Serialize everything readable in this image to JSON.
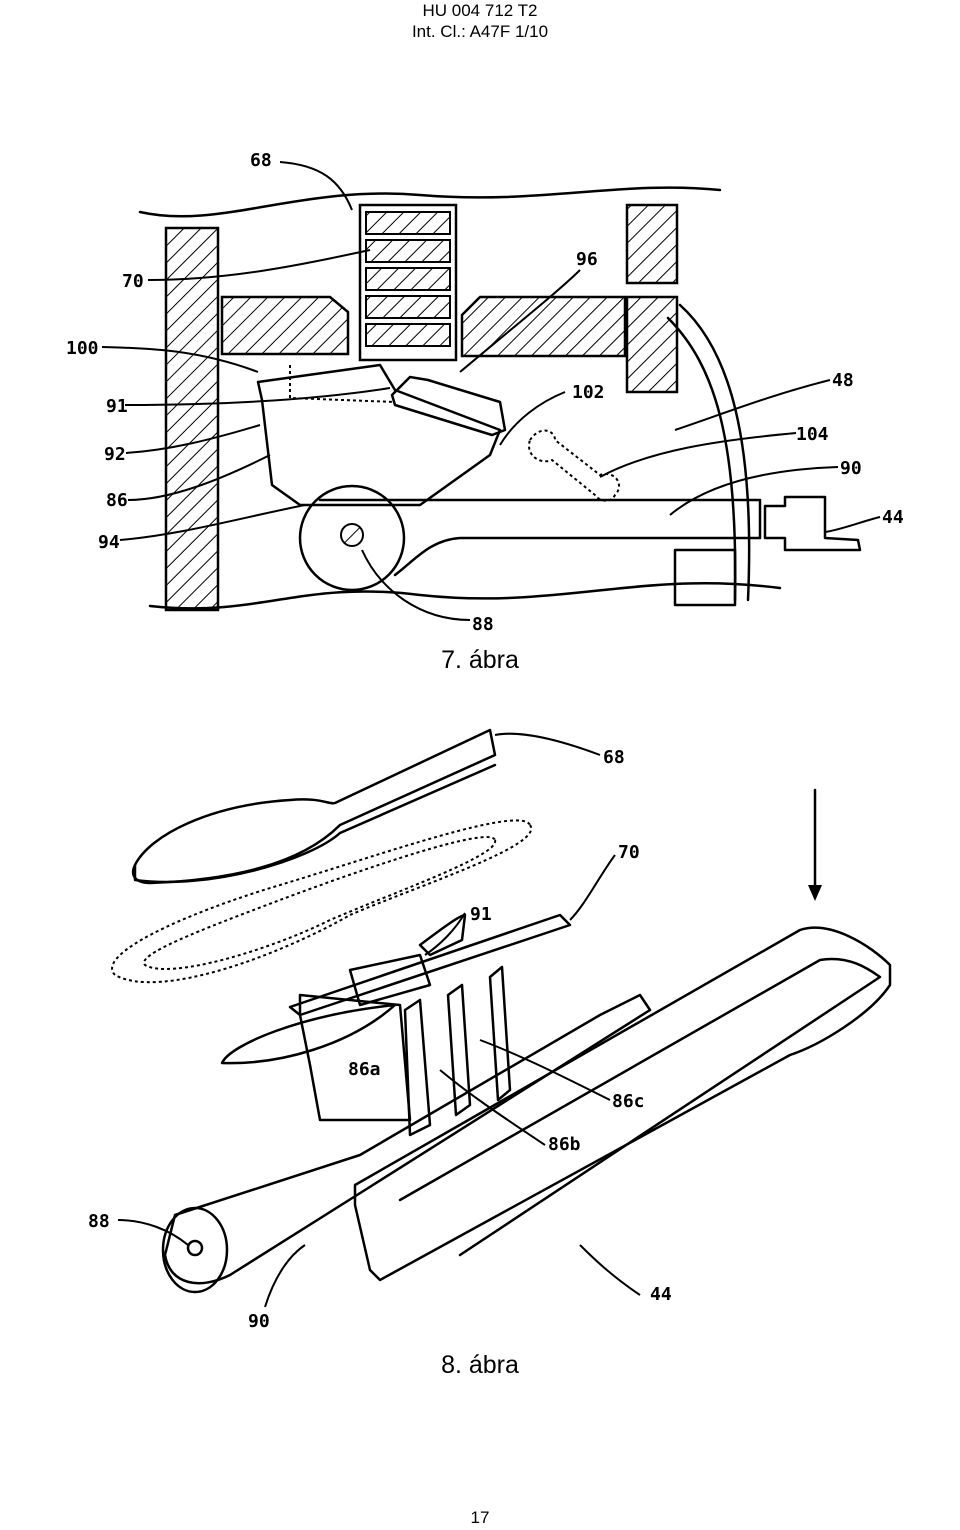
{
  "header": {
    "line1": "HU 004 712 T2",
    "line2": "Int. Cl.: A47F 1/10"
  },
  "figure7": {
    "caption": "7. ábra",
    "refs": [
      "68",
      "70",
      "96",
      "100",
      "91",
      "102",
      "48",
      "92",
      "104",
      "90",
      "86",
      "44",
      "94",
      "88"
    ]
  },
  "figure8": {
    "caption": "8. ábra",
    "refs": [
      "68",
      "70",
      "91",
      "86a",
      "86c",
      "86b",
      "88",
      "90",
      "44"
    ]
  },
  "page_number": "17"
}
